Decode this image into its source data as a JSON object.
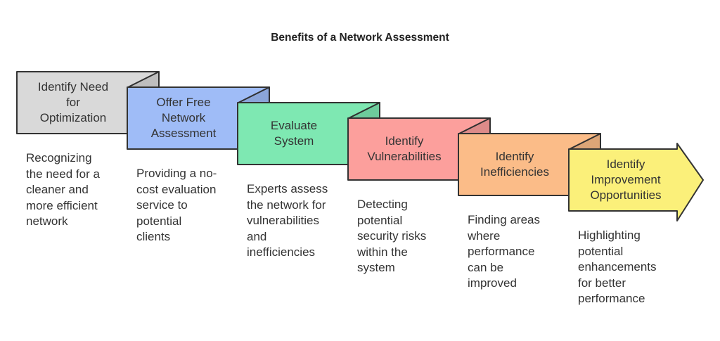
{
  "title": "Benefits of a Network Assessment",
  "steps": [
    {
      "label": "Identify Need\nfor\nOptimization",
      "description": "Recognizing\nthe need for a\ncleaner and\nmore efficient\nnetwork",
      "color": "#d9d9d9"
    },
    {
      "label": "Offer Free\nNetwork\nAssessment",
      "description": "Providing a no-\ncost evaluation\nservice to\npotential\nclients",
      "color": "#9fbcf7"
    },
    {
      "label": "Evaluate\nSystem",
      "description": "Experts assess\nthe network for\nvulnerabilities\nand\ninefficiencies",
      "color": "#7ee8b2"
    },
    {
      "label": "Identify\nVulnerabilities",
      "description": "Detecting\npotential\nsecurity risks\nwithin the\nsystem",
      "color": "#fc9f9c"
    },
    {
      "label": "Identify\nInefficiencies",
      "description": "Finding areas\nwhere\nperformance\ncan be\nimproved",
      "color": "#fbbc88"
    },
    {
      "label": "Identify\nImprovement\nOpportunities",
      "description": "Highlighting\npotential\nenhancements\nfor better\nperformance",
      "color": "#fbf07a"
    }
  ]
}
